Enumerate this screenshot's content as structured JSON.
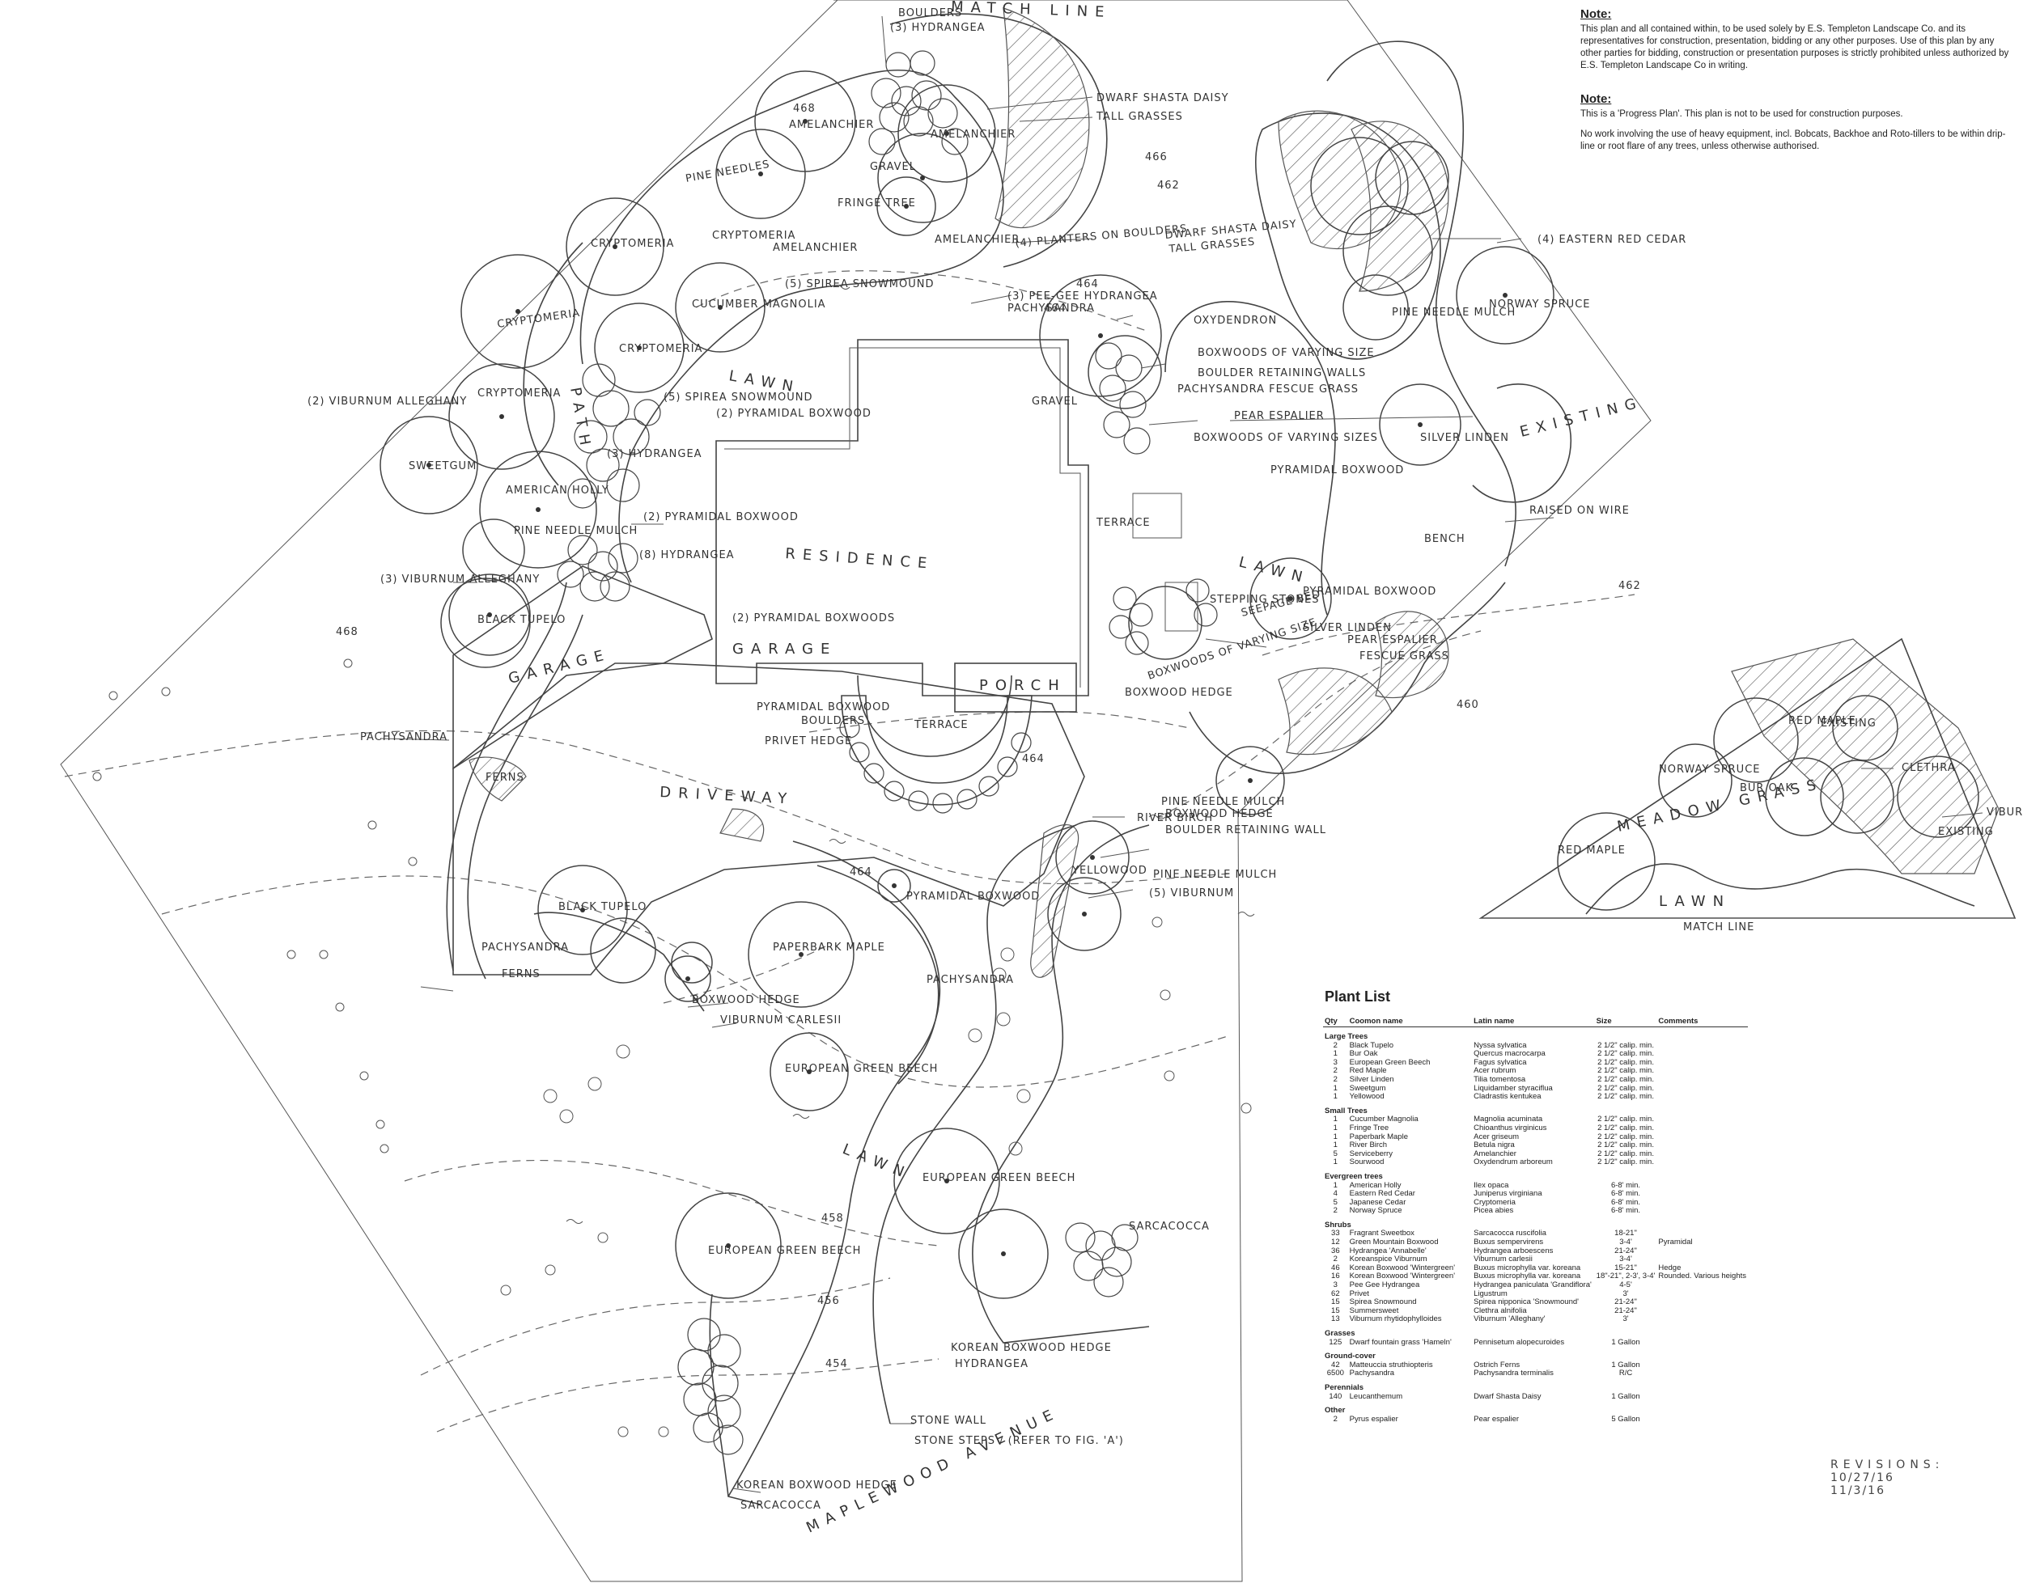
{
  "notes": [
    {
      "title": "Note:",
      "paragraphs": [
        "This plan and all contained within, to be used solely by E.S. Templeton Landscape Co. and its representatives for construction, presentation, bidding or any other purposes. Use of this plan by any other parties for bidding, construction or presentation purposes is strictly prohibited unless authorized by E.S. Templeton Landscape Co in writing."
      ]
    },
    {
      "title": "Note:",
      "paragraphs": [
        "This is a 'Progress Plan'. This plan is not to be used for construction purposes.",
        "No work involving the use of heavy equipment, incl. Bobcats, Backhoe and Roto-tillers to be within drip-line or root flare of any trees, unless otherwise authorised."
      ]
    }
  ],
  "plant_list": {
    "title": "Plant List",
    "columns": [
      "Qty",
      "Coomon name",
      "Latin name",
      "Size",
      "Comments"
    ],
    "sections": [
      {
        "name": "Large Trees",
        "rows": [
          [
            "2",
            "Black Tupelo",
            "Nyssa sylvatica",
            "2 1/2\" calip. min.",
            ""
          ],
          [
            "1",
            "Bur Oak",
            "Quercus macrocarpa",
            "2 1/2\" calip. min.",
            ""
          ],
          [
            "3",
            "European Green Beech",
            "Fagus sylvatica",
            "2 1/2\" calip. min.",
            ""
          ],
          [
            "2",
            "Red Maple",
            "Acer rubrum",
            "2 1/2\" calip. min.",
            ""
          ],
          [
            "2",
            "Silver Linden",
            "Tilia tomentosa",
            "2 1/2\" calip. min.",
            ""
          ],
          [
            "1",
            "Sweetgum",
            "Liquidamber styraciflua",
            "2 1/2\" calip. min.",
            ""
          ],
          [
            "1",
            "Yellowood",
            "Cladrastis kentukea",
            "2 1/2\" calip. min.",
            ""
          ]
        ]
      },
      {
        "name": "Small Trees",
        "rows": [
          [
            "1",
            "Cucumber Magnolia",
            "Magnolia acuminata",
            "2 1/2\" calip. min.",
            ""
          ],
          [
            "1",
            "Fringe Tree",
            "Chioanthus virginicus",
            "2 1/2\" calip. min.",
            ""
          ],
          [
            "1",
            "Paperbark Maple",
            "Acer griseum",
            "2 1/2\" calip. min.",
            ""
          ],
          [
            "1",
            "River Birch",
            "Betula nigra",
            "2 1/2\" calip. min.",
            ""
          ],
          [
            "5",
            "Serviceberry",
            "Amelanchier",
            "2 1/2\" calip. min.",
            ""
          ],
          [
            "1",
            "Sourwood",
            "Oxydendrum arboreum",
            "2 1/2\" calip. min.",
            ""
          ]
        ]
      },
      {
        "name": "Evergreen trees",
        "rows": [
          [
            "1",
            "American Holly",
            "Ilex opaca",
            "6-8' min.",
            ""
          ],
          [
            "4",
            "Eastern Red Cedar",
            "Juniperus virginiana",
            "6-8' min.",
            ""
          ],
          [
            "5",
            "Japanese Cedar",
            "Cryptomeria",
            "6-8' min.",
            ""
          ],
          [
            "2",
            "Norway Spruce",
            "Picea abies",
            "6-8' min.",
            ""
          ]
        ]
      },
      {
        "name": "Shrubs",
        "rows": [
          [
            "33",
            "Fragrant Sweetbox",
            "Sarcacocca ruscifolia",
            "18-21\"",
            ""
          ],
          [
            "12",
            "Green Mountain Boxwood",
            "Buxus sempervirens",
            "3-4'",
            "Pyramidal"
          ],
          [
            "36",
            "Hydrangea 'Annabelle'",
            "Hydrangea arboescens",
            "21-24\"",
            ""
          ],
          [
            "2",
            "Koreanspice Viburnum",
            "Viburnum carlesii",
            "3-4'",
            ""
          ],
          [
            "46",
            "Korean Boxwood 'Wintergreen'",
            "Buxus microphylla var. koreana",
            "15-21\"",
            "Hedge"
          ],
          [
            "16",
            "Korean Boxwood 'Wintergreen'",
            "Buxus microphylla var. koreana",
            "18\"-21\", 2-3', 3-4'",
            "Rounded. Various heights"
          ],
          [
            "3",
            "Pee Gee Hydrangea",
            "Hydrangea paniculata 'Grandiflora'",
            "4-5'",
            ""
          ],
          [
            "62",
            "Privet",
            "Ligustrum",
            "3'",
            ""
          ],
          [
            "15",
            "Spirea Snowmound",
            "Spirea nipponica 'Snowmound'",
            "21-24\"",
            ""
          ],
          [
            "15",
            "Summersweet",
            "Clethra alnifolia",
            "21-24\"",
            ""
          ],
          [
            "13",
            "Viburnum rhytidophylloides",
            "Viburnum 'Alleghany'",
            "3'",
            ""
          ]
        ]
      },
      {
        "name": "Grasses",
        "rows": [
          [
            "125",
            "Dwarf fountain grass 'Hameln'",
            "Pennisetum alopecuroides",
            "1 Gallon",
            ""
          ]
        ]
      },
      {
        "name": "Ground-cover",
        "rows": [
          [
            "42",
            "Matteuccia struthiopteris",
            "Ostrich Ferns",
            "1 Gallon",
            ""
          ],
          [
            "6500",
            "Pachysandra",
            "Pachysandra terminalis",
            "R/C",
            ""
          ]
        ]
      },
      {
        "name": "Perennials",
        "rows": [
          [
            "140",
            "Leucanthemum",
            "Dwarf Shasta Daisy",
            "1 Gallon",
            ""
          ]
        ]
      },
      {
        "name": "Other",
        "rows": [
          [
            "2",
            "Pyrus espalier",
            "Pear espalier",
            "5 Gallon",
            ""
          ]
        ]
      }
    ]
  },
  "revisions": {
    "label": "REVISIONS:",
    "dates": [
      "10/27/16",
      "11/3/16"
    ]
  },
  "plan_labels": {
    "match_line_top": "MATCH LINE",
    "match_line_inset": "MATCH LINE",
    "residence": "RESIDENCE",
    "garage_room": "GARAGE",
    "garage": "GARAGE",
    "driveway": "DRIVEWAY",
    "porch": "PORCH",
    "terrace_front": "TERRACE",
    "terrace_side": "TERRACE",
    "lawn_top": "LAWN",
    "lawn_east": "LAWN",
    "lawn_south": "LAWN",
    "lawn_inset": "LAWN",
    "path": "PATH",
    "existing": "EXISTING",
    "avenue": "MAPLEWOOD AVENUE",
    "seepage_bed": "SEEPAGE BED",
    "meadow": "MEADOW GRASS",
    "gravel": "GRAVEL",
    "boulders": "BOULDERS",
    "hydrangea_top": "(3) HYDRANGEA",
    "amelanchier_1": "AMELANCHIER",
    "amelanchier_2": "AMELANCHIER",
    "amelanchier_3": "AMELANCHIER",
    "amelanchier_4": "AMELANCHIER",
    "dwarf_shasta_1": "DWARF SHASTA DAISY",
    "tall_grasses_1": "TALL GRASSES",
    "dwarf_shasta_2": "DWARF SHASTA DAISY",
    "tall_grasses_2": "TALL GRASSES",
    "planters": "(4) PLANTERS ON BOULDERS",
    "fringe_tree": "FRINGE TREE",
    "pine_needles": "PINE NEEDLES",
    "cryptomeria_1": "CRYPTOMERIA",
    "cryptomeria_2": "CRYPTOMERIA",
    "cryptomeria_3": "CRYPTOMERIA",
    "cryptomeria_4": "CRYPTOMERIA",
    "cryptomeria_5": "CRYPTOMERIA",
    "spirea_1": "(5) SPIREA SNOWMOUND",
    "spirea_2": "(5) SPIREA SNOWMOUND",
    "cucumber_magnolia": "CUCUMBER MAGNOLIA",
    "peegee": "(3) PEE-GEE HYDRANGEA",
    "pachysandra_top": "PACHYSANDRA",
    "oxydendron": "OXYDENDRON",
    "boxwoods_varying_1": "BOXWOODS OF VARYING SIZE",
    "boulder_wall_1": "BOULDER RETAINING WALLS",
    "pachysandra_fescue": "PACHYSANDRA FESCUE GRASS",
    "gravel_side": "GRAVEL",
    "pear_espalier_1": "PEAR ESPALIER",
    "boxwoods_varying_2": "BOXWOODS OF VARYING SIZES",
    "pyramidal_boxwood_1": "(2) PYRAMIDAL BOXWOOD",
    "viburnum_allegheny_1": "(2) VIBURNUM ALLEGHANY",
    "sweetgum": "SWEETGUM",
    "american_holly": "AMERICAN HOLLY",
    "hydrangea_1": "(3) HYDRANGEA",
    "hydrangea_2": "(8) HYDRANGEA",
    "pyramidal_boxwood_2": "(2) PYRAMIDAL BOXWOOD",
    "pine_mulch_1": "PINE NEEDLE MULCH",
    "viburnum_allegheny_2": "(3) VIBURNUM ALLEGHANY",
    "black_tupelo_1": "BLACK TUPELO",
    "pyramidal_boxwoods_3": "(2) PYRAMIDAL BOXWOODS",
    "pachysandra_left": "PACHYSANDRA",
    "ferns_1": "FERNS",
    "pyramidal_boxwood_4": "PYRAMIDAL BOXWOOD",
    "boulders_2": "BOULDERS",
    "privet_hedge": "PRIVET HEDGE",
    "boxwoods_varying_3": "BOXWOODS OF VARYING SIZE",
    "boxwood_hedge_1": "BOXWOOD HEDGE",
    "eastern_red_cedar": "(4) EASTERN RED CEDAR",
    "pine_mulch_2": "PINE NEEDLE MULCH",
    "norway_spruce_1": "NORWAY SPRUCE",
    "silver_linden_1": "SILVER LINDEN",
    "pyramidal_boxwood_5": "PYRAMIDAL BOXWOOD",
    "raised_wire": "RAISED ON WIRE",
    "bench": "BENCH",
    "stepping_stones": "STEPPING STONES",
    "pyramidal_boxwood_6": "PYRAMIDAL BOXWOOD",
    "silver_linden_2": "SILVER LINDEN",
    "pear_espalier_2": "PEAR ESPALIER",
    "fescue_grass": "FESCUE GRASS",
    "river_birch": "RIVER BIRCH",
    "pine_mulch_3": "PINE NEEDLE MULCH",
    "boxwood_hedge_2": "BOXWOOD HEDGE",
    "boulder_wall_2": "BOULDER RETAINING WALL",
    "yellowood": "YELLOWOOD",
    "pine_mulch_4": "PINE NEEDLE MULCH",
    "viburnum_5": "(5) VIBURNUM",
    "pyramidal_boxwood_7": "PYRAMIDAL BOXWOOD",
    "black_tupelo_2": "BLACK TUPELO",
    "pachysandra_2": "PACHYSANDRA",
    "ferns_2": "FERNS",
    "paperbark_maple": "PAPERBARK MAPLE",
    "boxwood_hedge_3": "BOXWOOD HEDGE",
    "viburnum_carlesii": "VIBURNUM CARLESII",
    "pachysandra_3": "PACHYSANDRA",
    "euro_beech_1": "EUROPEAN GREEN BEECH",
    "euro_beech_2": "EUROPEAN GREEN BEECH",
    "euro_beech_3": "EUROPEAN GREEN BEECH",
    "sarcacocca_1": "SARCACOCCA",
    "korean_boxwood_1": "KOREAN BOXWOOD HEDGE",
    "hydrangea_3": "HYDRANGEA",
    "stone_wall": "STONE WALL",
    "stone_steps": "STONE STEPS / (REFER TO FIG. 'A')",
    "korean_boxwood_2": "KOREAN BOXWOOD HEDGE",
    "sarcacocca_2": "SARCACOCCA",
    "red_maple_1": "RED MAPLE",
    "red_maple_2": "RED MAPLE",
    "existing_inset_1": "EXISTING",
    "existing_inset_2": "EXISTING",
    "clethra": "CLETHRA",
    "viburnum_inset": "VIBURNUM",
    "norway_spruce_2": "NORWAY SPRUCE",
    "bur_oak": "BUR OAK",
    "contour_464_a": "464",
    "contour_464_b": "464",
    "contour_464_c": "464",
    "contour_464_d": "464",
    "contour_462_a": "462",
    "contour_462_b": "462",
    "contour_460": "460",
    "contour_458": "458",
    "contour_456": "456",
    "contour_454": "454",
    "contour_468": "468",
    "contour_466": "466",
    "contour_468_b": "468"
  }
}
